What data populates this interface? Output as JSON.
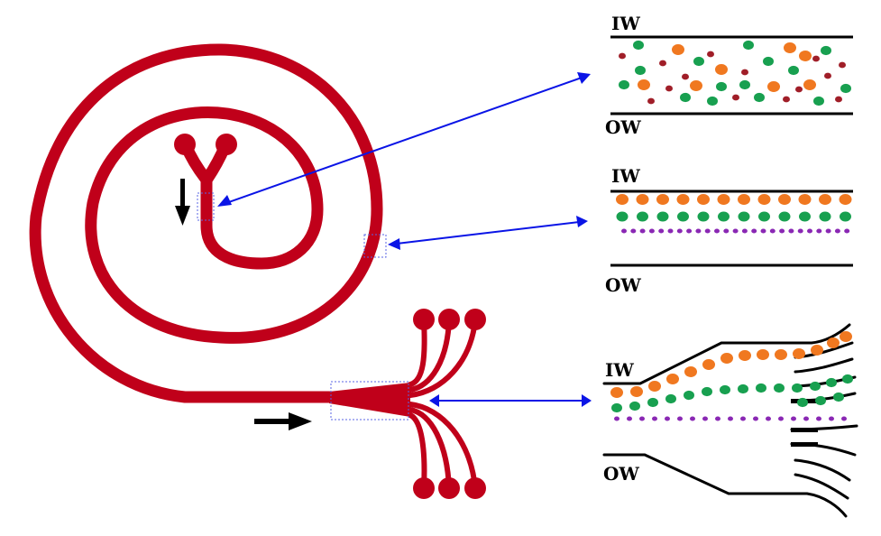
{
  "labels": {
    "inner_wall": "IW",
    "outer_wall": "OW"
  },
  "colors": {
    "channel": "#c0001a",
    "pointer": "#0a14e6",
    "wall": "#000000",
    "orange_particle": "#f07820",
    "green_particle": "#18a050",
    "dark_red_particle": "#a01e28",
    "purple_particle": "#8a28b4"
  },
  "panels": [
    {
      "id": "inlet-section",
      "state": "mixed particles"
    },
    {
      "id": "spiral-mid-section",
      "state": "partially focused particles"
    },
    {
      "id": "outlet-section",
      "state": "separated particles"
    }
  ],
  "icons": [
    "flow-direction-arrow",
    "pointer-arrow"
  ]
}
